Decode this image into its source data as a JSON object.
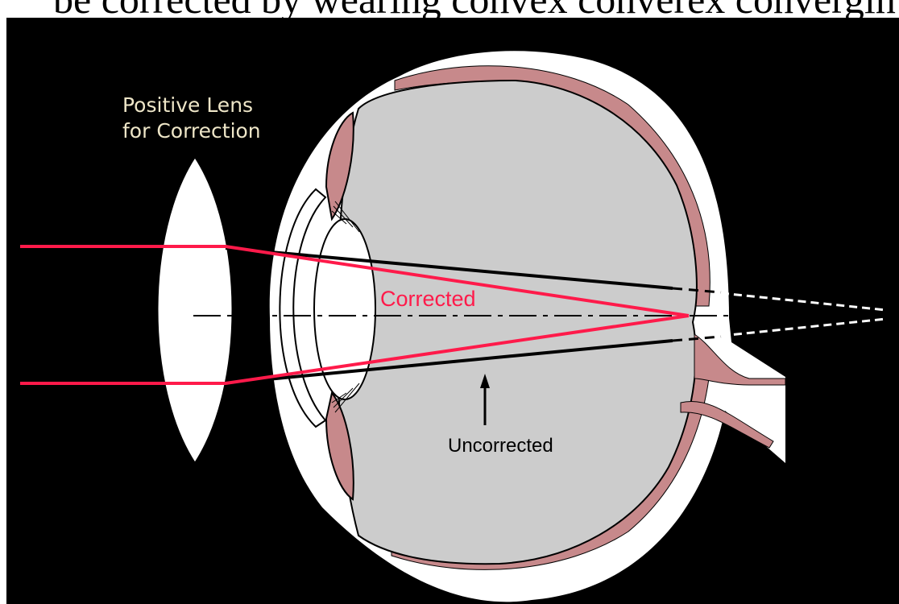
{
  "heading_fragment": "be corrected by wearing convex converex convergin glas",
  "labels": {
    "lens_line1": "Positive Lens",
    "lens_line2": "for Correction",
    "corrected": "Corrected",
    "uncorrected": "Uncorrected"
  },
  "colors": {
    "background": "#000000",
    "sclera": "#ffffff",
    "eye_interior": "#cccccc",
    "choroid": "#c7898b",
    "corrected_ray": "#ff1a4a",
    "uncorrected_ray": "#000000"
  }
}
